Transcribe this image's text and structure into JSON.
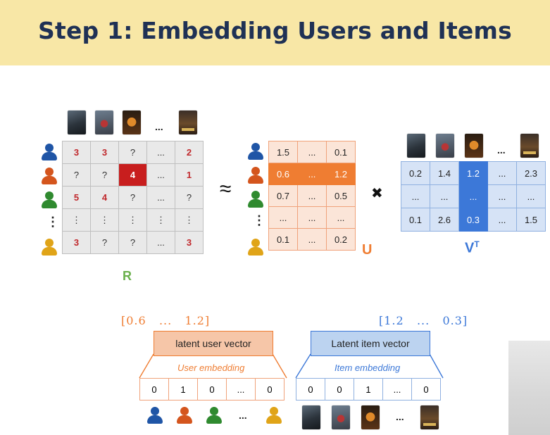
{
  "title": "Step 1: Embedding Users and Items",
  "matrices": {
    "R": {
      "label": "R",
      "rows": [
        [
          "3",
          "3",
          "?",
          "...",
          "2"
        ],
        [
          "?",
          "?",
          "4",
          "...",
          "1"
        ],
        [
          "5",
          "4",
          "?",
          "...",
          "?"
        ],
        [
          "⋮",
          "⋮",
          "⋮",
          "⋮",
          "⋮"
        ],
        [
          "3",
          "?",
          "?",
          "...",
          "3"
        ]
      ],
      "highlight_cell": [
        1,
        2
      ]
    },
    "U": {
      "label": "U",
      "rows": [
        [
          "1.5",
          "...",
          "0.1"
        ],
        [
          "0.6",
          "...",
          "1.2"
        ],
        [
          "0.7",
          "...",
          "0.5"
        ],
        [
          "...",
          "...",
          "..."
        ],
        [
          "0.1",
          "...",
          "0.2"
        ]
      ],
      "highlight_row": 1
    },
    "VT": {
      "label": "V",
      "label_sup": "T",
      "rows": [
        [
          "0.2",
          "1.4",
          "1.2",
          "...",
          "2.3"
        ],
        [
          "...",
          "...",
          "...",
          "...",
          "..."
        ],
        [
          "0.1",
          "2.6",
          "0.3",
          "...",
          "1.5"
        ]
      ],
      "highlight_col": 2
    }
  },
  "operators": {
    "approx": "≈",
    "times": "✖"
  },
  "ellipsis_h": "...",
  "ellipsis_v": "⋮",
  "user_side": {
    "vector_text": "[0.6   ...   1.2]",
    "box_label": "latent user vector",
    "embedding_label": "User embedding",
    "one_hot": [
      "0",
      "1",
      "0",
      "...",
      "0"
    ],
    "box_color": "#f6c6a8",
    "accent": "#ef7d32"
  },
  "item_side": {
    "vector_text": "[1.2   ...   0.3]",
    "box_label": "Latent item vector",
    "embedding_label": "Item embedding",
    "one_hot": [
      "0",
      "0",
      "1",
      "...",
      "0"
    ],
    "box_color": "#bcd3f0",
    "accent": "#3c78d8"
  },
  "icons": {
    "users": [
      "person-blue-icon",
      "person-orange-icon",
      "person-green-icon",
      "person-gold-icon"
    ],
    "items": [
      "movie-poster-1-icon",
      "movie-poster-2-icon",
      "movie-poster-3-icon",
      "movie-poster-4-icon"
    ]
  }
}
